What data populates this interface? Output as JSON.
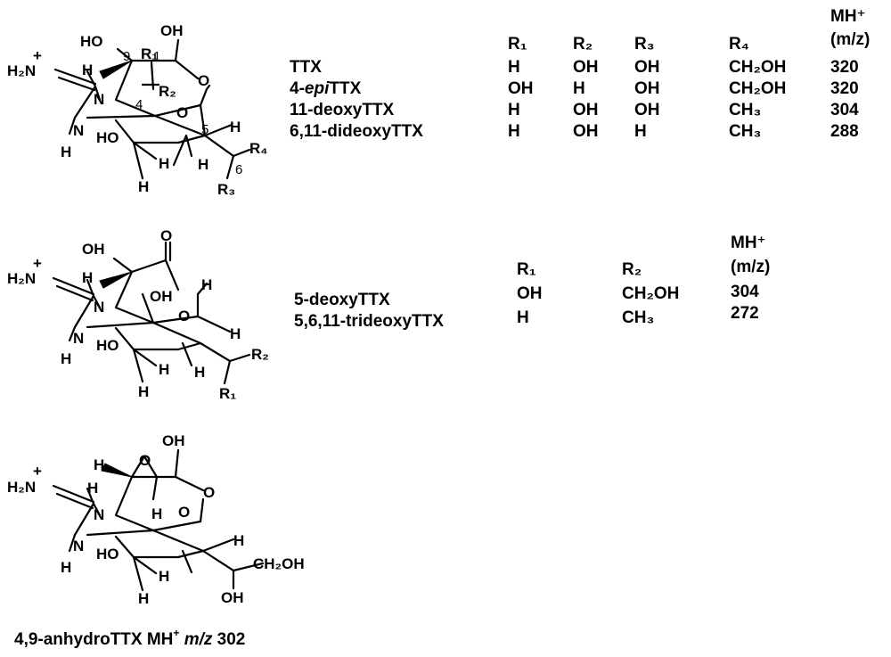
{
  "structure1": {
    "atoms": [
      "H₂N",
      "+",
      "N",
      "N",
      "H",
      "HO",
      "OH",
      "HO",
      "H",
      "H",
      "H",
      "H",
      "H",
      "H",
      "O",
      "O",
      "R₂",
      "R₁",
      "R₃",
      "R₄"
    ],
    "locants": [
      "9",
      "1",
      "4",
      "5",
      "6"
    ],
    "table": {
      "headers": [
        "R₁",
        "R₂",
        "R₃",
        "R₄",
        "MH⁺",
        "(m/z)"
      ],
      "rows": [
        {
          "name": "TTX",
          "r1": "H",
          "r2": "OH",
          "r3": "OH",
          "r4": "CH₂OH",
          "mz": "320"
        },
        {
          "name_prefix": "4-",
          "name_italic": "epi",
          "name_suffix": "TTX",
          "r1": "OH",
          "r2": "H",
          "r3": "OH",
          "r4": "CH₂OH",
          "mz": "320"
        },
        {
          "name": "11-deoxyTTX",
          "r1": "H",
          "r2": "OH",
          "r3": "OH",
          "r4": "CH₃",
          "mz": "304"
        },
        {
          "name": "6,11-dideoxyTTX",
          "r1": "H",
          "r2": "OH",
          "r3": "H",
          "r4": "CH₃",
          "mz": "288"
        }
      ]
    }
  },
  "structure2": {
    "atoms": [
      "H₂N",
      "+",
      "N",
      "N",
      "H",
      "HO",
      "OH",
      "OH",
      "O",
      "O",
      "H",
      "H",
      "H",
      "H",
      "H",
      "H",
      "R₂",
      "R₁"
    ],
    "table": {
      "headers": [
        "R₁",
        "R₂",
        "MH⁺",
        "(m/z)"
      ],
      "rows": [
        {
          "name": "5-deoxyTTX",
          "r1": "OH",
          "r2": "CH₂OH",
          "mz": "304"
        },
        {
          "name": "5,6,11-trideoxyTTX",
          "r1": "H",
          "r2": "CH₃",
          "mz": "272"
        }
      ]
    }
  },
  "structure3": {
    "atoms": [
      "H₂N",
      "+",
      "N",
      "N",
      "H",
      "H",
      "HO",
      "OH",
      "O",
      "O",
      "O",
      "H",
      "H",
      "H",
      "H",
      "H",
      "CH₂OH",
      "OH"
    ],
    "caption": {
      "name": "4,9-anhydroTTX MH",
      "sup": "+",
      "italic": "m/z",
      "value": "302"
    }
  }
}
